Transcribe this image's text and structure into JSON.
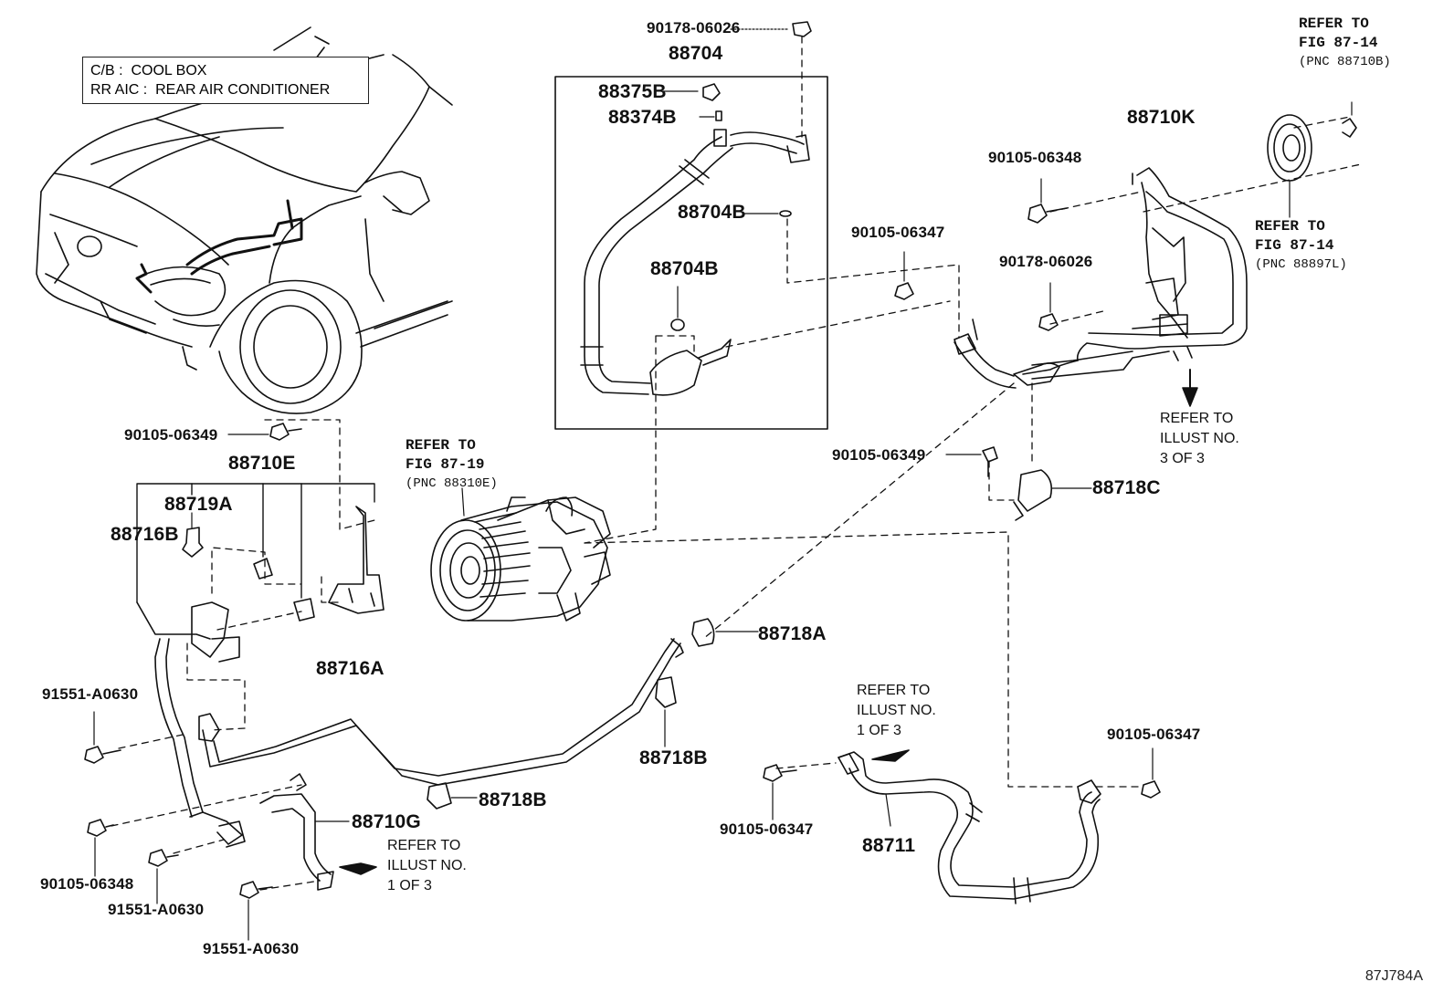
{
  "legend": {
    "row1_abbr": "C/B",
    "row1_text": "COOL BOX",
    "row2_abbr": "RR AIC",
    "row2_text": "REAR AIR CONDITIONER"
  },
  "parts": {
    "p90178_top": "90178-06026",
    "p88704": "88704",
    "p88375B": "88375B",
    "p88374B": "88374B",
    "p88704B_a": "88704B",
    "p88704B_b": "88704B",
    "p88710K": "88710K",
    "p90105_06348_top": "90105-06348",
    "p90105_06347_mid": "90105-06347",
    "p90178_right": "90178-06026",
    "p90105_06349_right": "90105-06349",
    "p88718C": "88718C",
    "p90105_06349_left": "90105-06349",
    "p88710E": "88710E",
    "p88719A": "88719A",
    "p88716B": "88716B",
    "p88718A": "88718A",
    "p88716A": "88716A",
    "p91551_left": "91551-A0630",
    "p88718B_mid": "88718B",
    "p88718B_low": "88718B",
    "p88710G": "88710G",
    "p90105_06348_low": "90105-06348",
    "p91551_low1": "91551-A0630",
    "p91551_low2": "91551-A0630",
    "p90105_06347_right": "90105-06347",
    "p90105_06347_low": "90105-06347",
    "p88711": "88711"
  },
  "refs": {
    "fig87_14_top_l1": "REFER TO",
    "fig87_14_top_l2": "FIG 87-14",
    "fig87_14_top_l3": "(PNC 88710B)",
    "fig87_14_mid_l1": "REFER TO",
    "fig87_14_mid_l2": "FIG 87-14",
    "fig87_14_mid_l3": "(PNC 88897L)",
    "fig87_19_l1": "REFER TO",
    "fig87_19_l2": "FIG 87-19",
    "fig87_19_l3": "(PNC 88310E)",
    "illust3_l1": "REFER TO",
    "illust3_l2": "ILLUST NO.",
    "illust3_l3": "3 OF 3",
    "illust1_mid_l1": "REFER TO",
    "illust1_mid_l2": "ILLUST NO.",
    "illust1_mid_l3": "1 OF 3",
    "illust1_low_l1": "REFER TO",
    "illust1_low_l2": "ILLUST NO.",
    "illust1_low_l3": "1 OF 3"
  },
  "illustration_code": "87J784A"
}
